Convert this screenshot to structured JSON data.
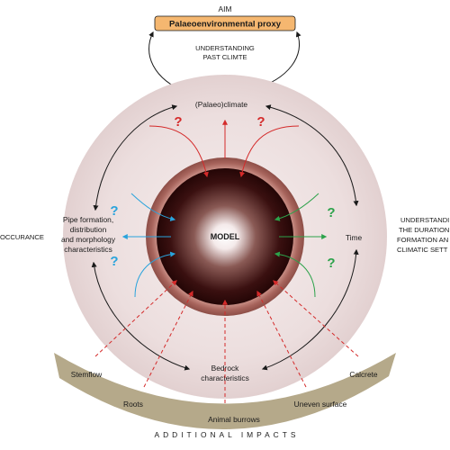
{
  "aim": {
    "label": "AIM",
    "proxy": "Palaeoenvironmental proxy",
    "understanding_line1": "UNDERSTANDING",
    "understanding_line2": "PAST CLIMTE"
  },
  "model": {
    "center_label": "MODEL",
    "top": "(Palaeo)climate",
    "left_line1": "Pipe formation,",
    "left_line2": "distribution",
    "left_line3": "and morphology",
    "left_line4": "characteristics",
    "right": "Time",
    "bottom_line1": "Bedrock",
    "bottom_line2": "characteristics"
  },
  "side_text": {
    "left": "OCCURANCE",
    "right_line1": "UNDERSTANDI",
    "right_line2": "THE DURATION",
    "right_line3": "FORMATION AN",
    "right_line4": "CLIMATIC SETT"
  },
  "questions": {
    "symbol": "?"
  },
  "impacts": {
    "arc_label": "ADDITIONAL IMPACTS",
    "stemflow": "Stemflow",
    "roots": "Roots",
    "animal_burrows": "Animal burrows",
    "uneven_surface": "Uneven surface",
    "calcrete": "Calcrete"
  },
  "colors": {
    "red": "#d42a2a",
    "blue": "#29a3dc",
    "green": "#2ca24a",
    "black": "#1a1a1a",
    "proxy_box": "#f5b770",
    "outer_disc": "#eadcdc",
    "ring": "#a8726b",
    "band": "#b5a98a"
  }
}
